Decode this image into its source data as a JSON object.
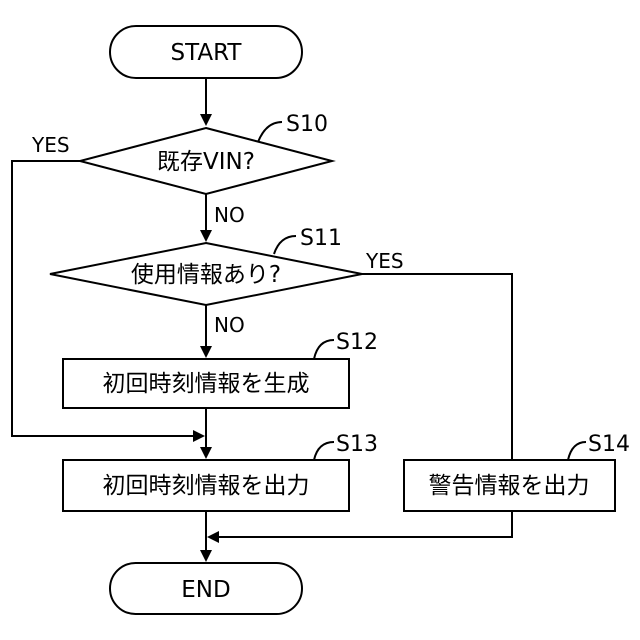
{
  "nodes": {
    "start": "START",
    "s10": "既存VIN?",
    "s11": "使用情報あり?",
    "s12": "初回時刻情報を生成",
    "s13": "初回時刻情報を出力",
    "s14": "警告情報を出力",
    "end": "END"
  },
  "step_labels": {
    "s10": "S10",
    "s11": "S11",
    "s12": "S12",
    "s13": "S13",
    "s14": "S14"
  },
  "branch_labels": {
    "s10_yes": "YES",
    "s10_no": "NO",
    "s11_yes": "YES",
    "s11_no": "NO"
  }
}
